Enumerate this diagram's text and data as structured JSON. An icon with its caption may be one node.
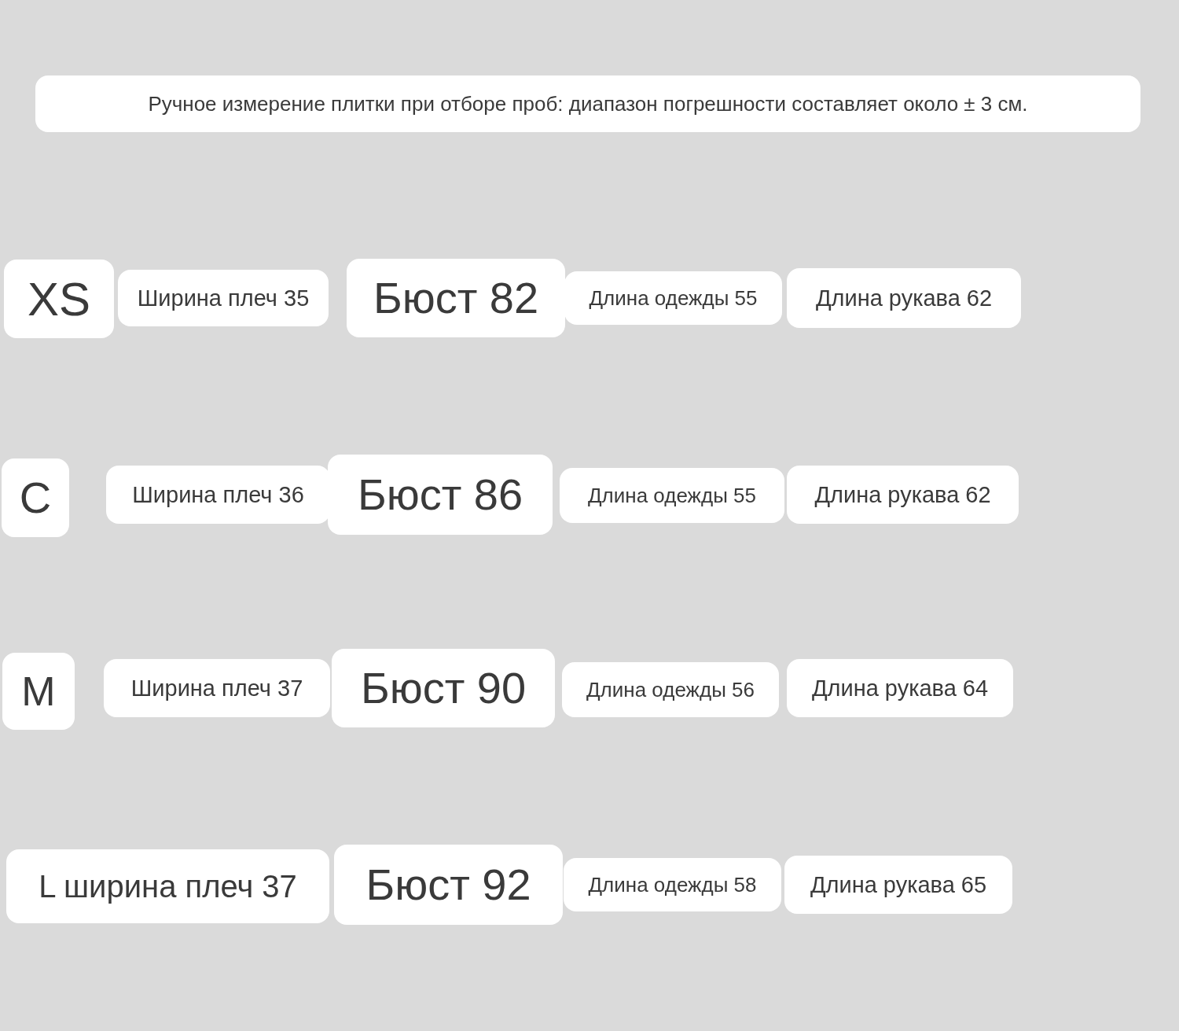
{
  "diagram": {
    "nodes": [
      {
        "text": [
          "Ручное измерение плитки при отборе проб: диапазон погрешности составляет около ± 3 см."
        ]
      },
      {
        "text": [
          "XS"
        ]
      },
      {
        "text": [
          "Ширина плеч 35"
        ]
      },
      {
        "text": [
          "Бюст 82"
        ]
      },
      {
        "text": [
          "Длина одежды 55"
        ]
      },
      {
        "text": [
          "Длина рукава 62"
        ]
      },
      {
        "text": [
          "C"
        ]
      },
      {
        "text": [
          "Ширина плеч 36"
        ]
      },
      {
        "text": [
          "Бюст 86"
        ]
      },
      {
        "text": [
          "Длина одежды 55"
        ]
      },
      {
        "text": [
          "Длина рукава 62"
        ]
      },
      {
        "text": [
          "M"
        ]
      },
      {
        "text": [
          "Ширина плеч 37"
        ]
      },
      {
        "text": [
          "Бюст 90"
        ]
      },
      {
        "text": [
          "Длина одежды 56"
        ]
      },
      {
        "text": [
          "Длина рукава 64"
        ]
      },
      {
        "text": [
          "L ширина плеч 37"
        ]
      },
      {
        "text": [
          "Бюст 92"
        ]
      },
      {
        "text": [
          "Длина одежды 58"
        ]
      },
      {
        "text": [
          "Длина рукава 65"
        ]
      }
    ]
  }
}
